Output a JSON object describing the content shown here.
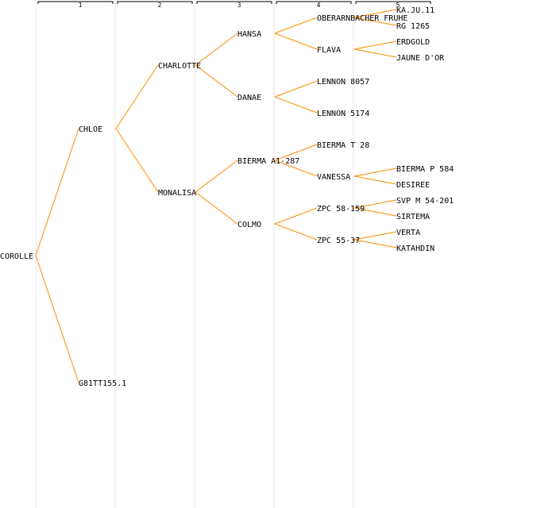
{
  "colors": {
    "edge": "#ff8c00",
    "column_line": "#e8e8e8",
    "header_bracket": "#000000",
    "text": "#000000"
  },
  "generations": [
    "1",
    "2",
    "3",
    "4",
    "5"
  ],
  "nodes": {
    "corolle": "COROLLE",
    "chloe": "CHLOE",
    "g81tt": "G81TT155.1",
    "charlotte": "CHARLOTTE",
    "monalisa": "MONALISA",
    "hansa": "HANSA",
    "danae": "DANAE",
    "bierma_a1": "BIERMA A1-287",
    "colmo": "COLMO",
    "oberarnbacher": "OBERARNBACHER FRUHE",
    "flava": "FLAVA",
    "lennon8057": "LENNON 8057",
    "lennon5174": "LENNON 5174",
    "bierma_t28": "BIERMA T 28",
    "vanessa": "VANESSA",
    "zpc58": "ZPC 58-159",
    "zpc55": "ZPC 55-37",
    "kaju": "KA.JU.11",
    "rg1265": "RG 1265",
    "erdgold": "ERDGOLD",
    "jaune": "JAUNE D'OR",
    "bierma_p584": "BIERMA P 584",
    "desiree": "DESIREE",
    "svp": "SVP M 54-201",
    "sirtema": "SIRTEMA",
    "verta": "VERTA",
    "katahdin": "KATAHDIN"
  },
  "edges": [
    [
      "corolle",
      "chloe"
    ],
    [
      "corolle",
      "g81tt"
    ],
    [
      "chloe",
      "charlotte"
    ],
    [
      "chloe",
      "monalisa"
    ],
    [
      "charlotte",
      "hansa"
    ],
    [
      "charlotte",
      "danae"
    ],
    [
      "monalisa",
      "bierma_a1"
    ],
    [
      "monalisa",
      "colmo"
    ],
    [
      "hansa",
      "oberarnbacher"
    ],
    [
      "hansa",
      "flava"
    ],
    [
      "danae",
      "lennon8057"
    ],
    [
      "danae",
      "lennon5174"
    ],
    [
      "bierma_a1",
      "bierma_t28"
    ],
    [
      "bierma_a1",
      "vanessa"
    ],
    [
      "colmo",
      "zpc58"
    ],
    [
      "colmo",
      "zpc55"
    ],
    [
      "oberarnbacher",
      "kaju"
    ],
    [
      "oberarnbacher",
      "rg1265"
    ],
    [
      "flava",
      "erdgold"
    ],
    [
      "flava",
      "jaune"
    ],
    [
      "vanessa",
      "bierma_p584"
    ],
    [
      "vanessa",
      "desiree"
    ],
    [
      "zpc58",
      "svp"
    ],
    [
      "zpc58",
      "sirtema"
    ],
    [
      "zpc55",
      "verta"
    ],
    [
      "zpc55",
      "katahdin"
    ]
  ]
}
